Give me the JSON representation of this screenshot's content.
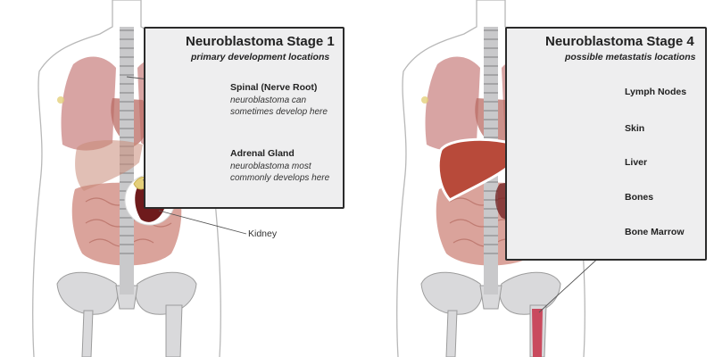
{
  "stage1": {
    "title": "Neuroblastoma Stage 1",
    "subtitle": "primary development locations",
    "callouts": [
      {
        "label": "Spinal (Nerve Root)",
        "note_line1": "neuroblastoma can",
        "note_line2": "sometimes develop here"
      },
      {
        "label": "Adrenal Gland",
        "note_line1": "neuroblastoma most",
        "note_line2": "commonly develops here"
      }
    ],
    "kidney_label": "Kidney"
  },
  "stage4": {
    "title": "Neuroblastoma Stage 4",
    "subtitle": "possible metastatis locations",
    "labels": [
      "Lymph Nodes",
      "Skin",
      "Liver",
      "Bones",
      "Bone Marrow"
    ]
  },
  "colors": {
    "lung": "#d49a99",
    "liver": "#b84a3a",
    "intestine": "#d3938a",
    "kidney": "#6e1b1c",
    "adrenal": "#e4cf7a",
    "bone": "#d9d9db",
    "marrow": "#c94a5e",
    "panel": "#eeeeef",
    "outline": "#2b2b2b"
  }
}
